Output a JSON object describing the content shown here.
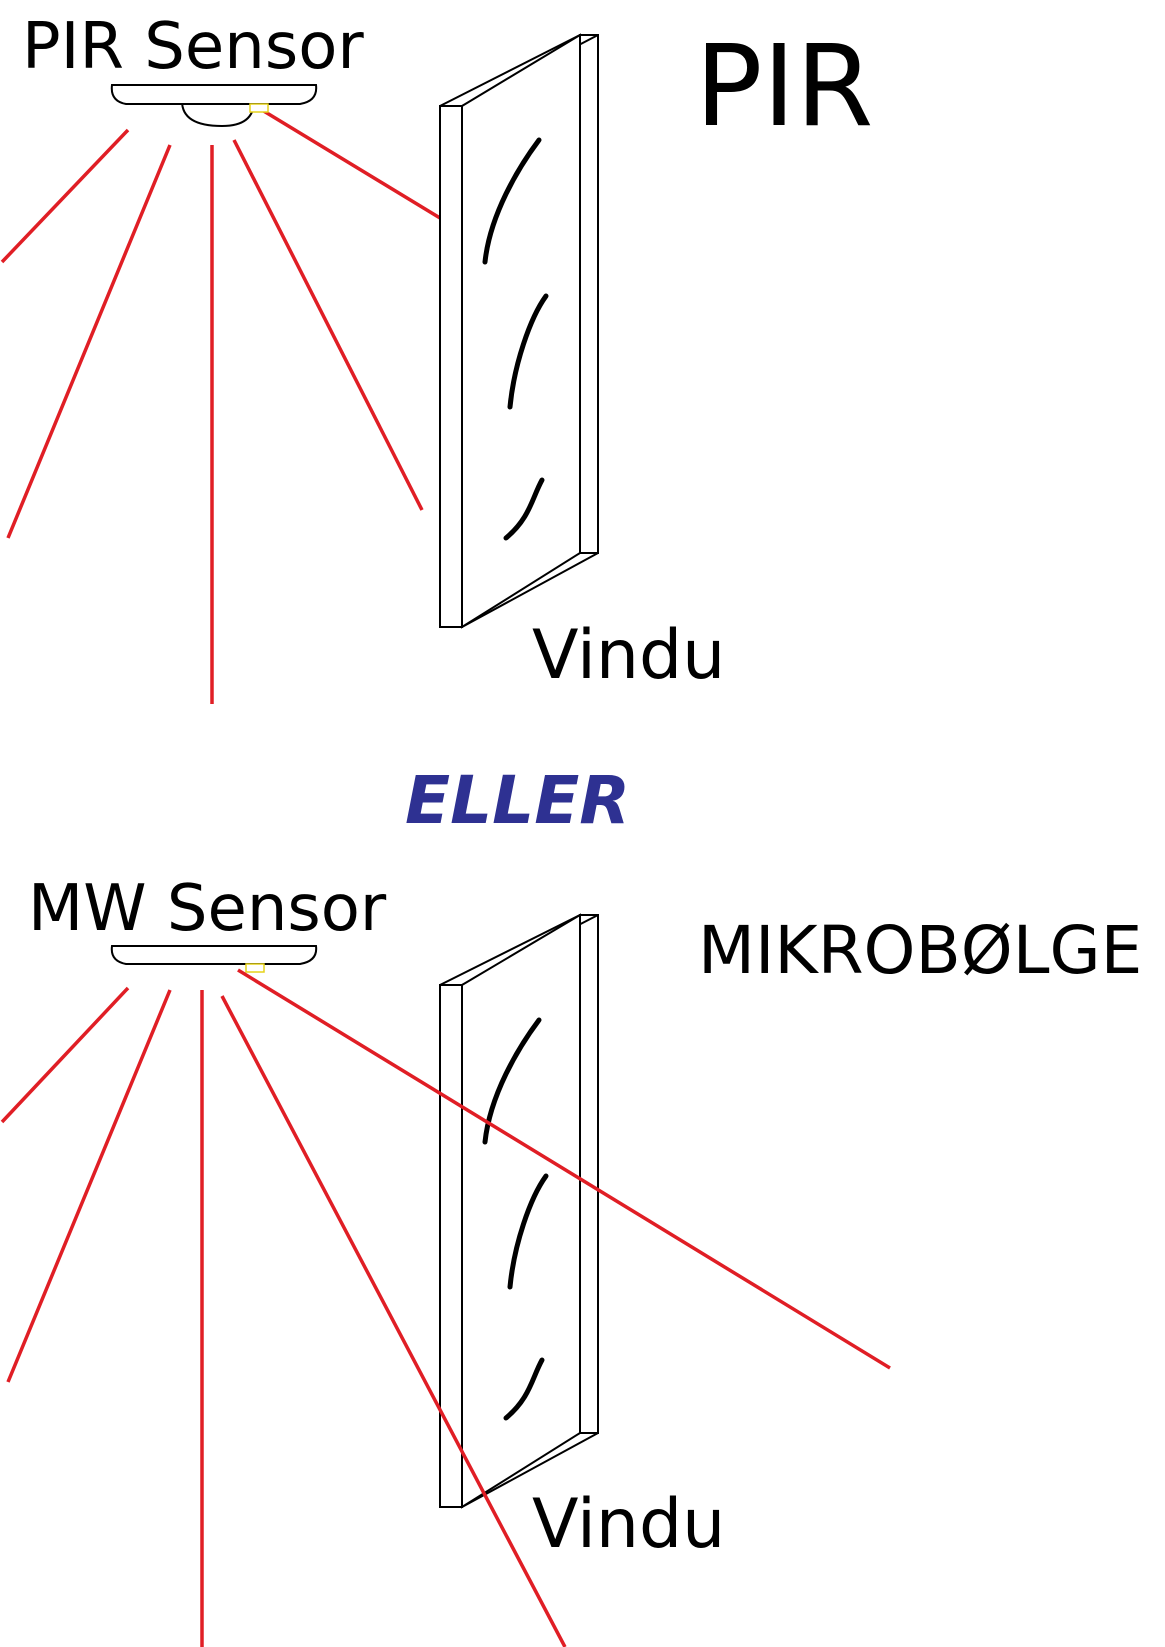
{
  "pir_section": {
    "sensor_label": "PIR Sensor",
    "heading": "PIR",
    "window_label": "Vindu"
  },
  "divider_label": "ELLER",
  "mw_section": {
    "sensor_label": "MW Sensor",
    "heading": "MIKROBØLGE",
    "window_label": "Vindu"
  },
  "colors": {
    "ray": "#e01e25",
    "divider_text": "#2e3192",
    "led": "#e6d21a",
    "outline": "#000000"
  }
}
